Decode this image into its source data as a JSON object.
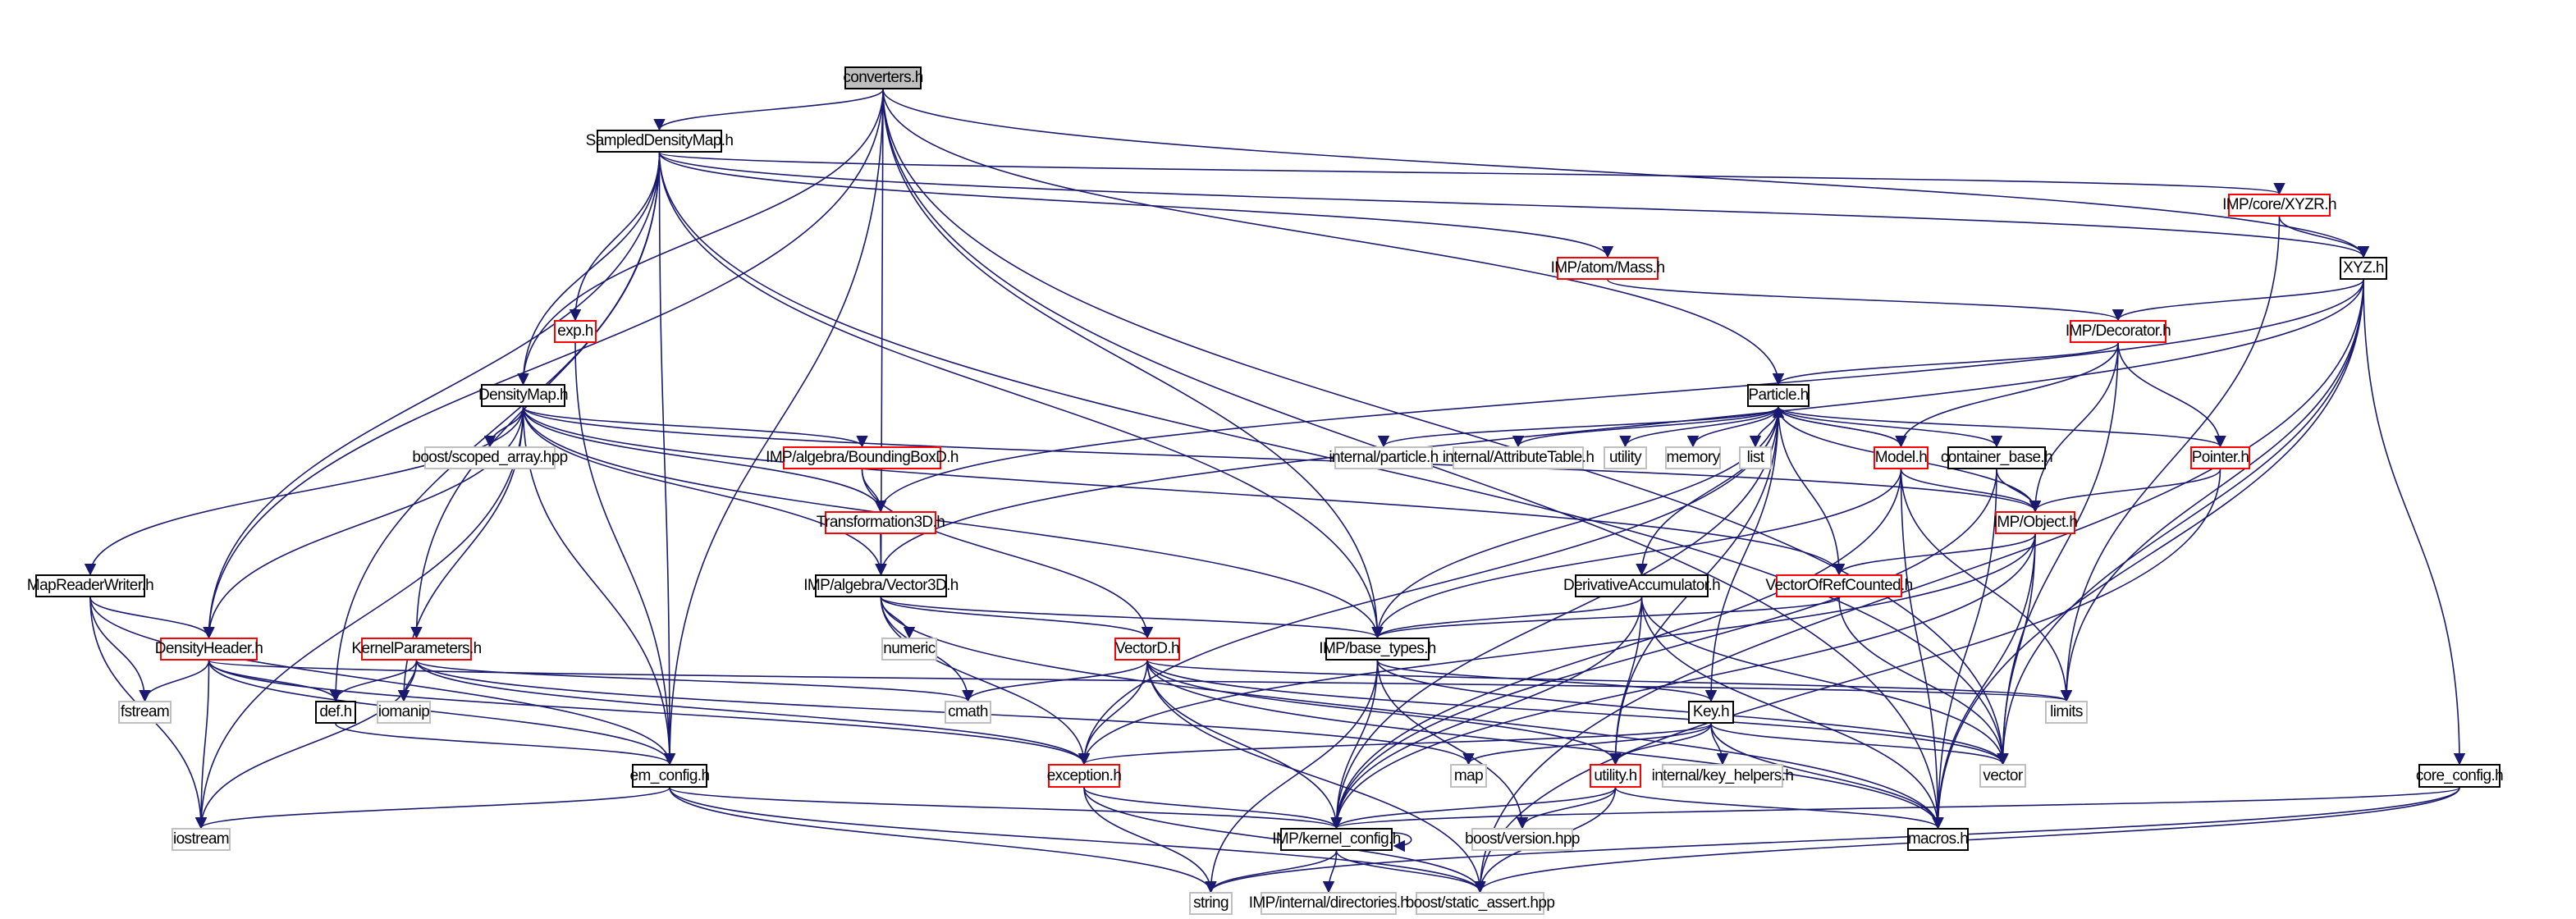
{
  "graph": {
    "title_node": "converters.h",
    "edge_color": "#191970",
    "colors": {
      "current_fill": "#bfbfbf",
      "undocumented_border": "#ff0000",
      "system_border": "#bfbfbf",
      "normal_border": "#000000"
    },
    "nodes": [
      {
        "id": "conv",
        "label": "converters.h",
        "kind": "current"
      },
      {
        "id": "sdm",
        "label": "SampledDensityMap.h",
        "kind": "normal"
      },
      {
        "id": "xyzr",
        "label": "IMP/core/XYZR.h",
        "kind": "red"
      },
      {
        "id": "mass",
        "label": "IMP/atom/Mass.h",
        "kind": "red"
      },
      {
        "id": "xyz",
        "label": "XYZ.h",
        "kind": "normal"
      },
      {
        "id": "exp",
        "label": "exp.h",
        "kind": "red"
      },
      {
        "id": "dec",
        "label": "IMP/Decorator.h",
        "kind": "red"
      },
      {
        "id": "dm",
        "label": "DensityMap.h",
        "kind": "normal"
      },
      {
        "id": "part",
        "label": "Particle.h",
        "kind": "normal"
      },
      {
        "id": "scoped",
        "label": "boost/scoped_array.hpp",
        "kind": "system"
      },
      {
        "id": "bbox",
        "label": "IMP/algebra/BoundingBoxD.h",
        "kind": "red"
      },
      {
        "id": "ipart",
        "label": "internal/particle.h",
        "kind": "system"
      },
      {
        "id": "attr",
        "label": "internal/AttributeTable.h",
        "kind": "system"
      },
      {
        "id": "utility",
        "label": "utility",
        "kind": "system"
      },
      {
        "id": "memory",
        "label": "memory",
        "kind": "system"
      },
      {
        "id": "list",
        "label": "list",
        "kind": "system"
      },
      {
        "id": "model",
        "label": "Model.h",
        "kind": "red"
      },
      {
        "id": "cbase",
        "label": "container_base.h",
        "kind": "normal"
      },
      {
        "id": "pointer",
        "label": "Pointer.h",
        "kind": "red"
      },
      {
        "id": "trans",
        "label": "Transformation3D.h",
        "kind": "red"
      },
      {
        "id": "object",
        "label": "IMP/Object.h",
        "kind": "red"
      },
      {
        "id": "mrw",
        "label": "MapReaderWriter.h",
        "kind": "normal"
      },
      {
        "id": "v3d",
        "label": "IMP/algebra/Vector3D.h",
        "kind": "normal"
      },
      {
        "id": "deriv",
        "label": "DerivativeAccumulator.h",
        "kind": "normal"
      },
      {
        "id": "vorc",
        "label": "VectorOfRefCounted.h",
        "kind": "red"
      },
      {
        "id": "dh",
        "label": "DensityHeader.h",
        "kind": "red"
      },
      {
        "id": "kp",
        "label": "KernelParameters.h",
        "kind": "red"
      },
      {
        "id": "numeric",
        "label": "numeric",
        "kind": "system"
      },
      {
        "id": "vd",
        "label": "VectorD.h",
        "kind": "red"
      },
      {
        "id": "bt",
        "label": "IMP/base_types.h",
        "kind": "normal"
      },
      {
        "id": "limits",
        "label": "limits",
        "kind": "system"
      },
      {
        "id": "fstream",
        "label": "fstream",
        "kind": "system"
      },
      {
        "id": "def",
        "label": "def.h",
        "kind": "normal"
      },
      {
        "id": "iomanip",
        "label": "iomanip",
        "kind": "system"
      },
      {
        "id": "cmath",
        "label": "cmath",
        "kind": "system"
      },
      {
        "id": "key",
        "label": "Key.h",
        "kind": "normal"
      },
      {
        "id": "em",
        "label": "em_config.h",
        "kind": "normal"
      },
      {
        "id": "map",
        "label": "map",
        "kind": "system"
      },
      {
        "id": "exc",
        "label": "exception.h",
        "kind": "red"
      },
      {
        "id": "uth",
        "label": "utility.h",
        "kind": "red"
      },
      {
        "id": "kh",
        "label": "internal/key_helpers.h",
        "kind": "system"
      },
      {
        "id": "vector",
        "label": "vector",
        "kind": "system"
      },
      {
        "id": "cc",
        "label": "core_config.h",
        "kind": "normal"
      },
      {
        "id": "iostream",
        "label": "iostream",
        "kind": "system"
      },
      {
        "id": "kc",
        "label": "IMP/kernel_config.h",
        "kind": "normal"
      },
      {
        "id": "bver",
        "label": "boost/version.hpp",
        "kind": "system"
      },
      {
        "id": "macros",
        "label": "macros.h",
        "kind": "normal"
      },
      {
        "id": "string",
        "label": "string",
        "kind": "system"
      },
      {
        "id": "dirs",
        "label": "IMP/internal/directories.h",
        "kind": "system"
      },
      {
        "id": "sa",
        "label": "boost/static_assert.hpp",
        "kind": "system"
      }
    ],
    "edges": [
      [
        "conv",
        "sdm"
      ],
      [
        "conv",
        "dm"
      ],
      [
        "conv",
        "dh"
      ],
      [
        "conv",
        "em"
      ],
      [
        "conv",
        "v3d"
      ],
      [
        "conv",
        "bt"
      ],
      [
        "conv",
        "part"
      ],
      [
        "conv",
        "xyz"
      ],
      [
        "conv",
        "vector"
      ],
      [
        "conv",
        "macros"
      ],
      [
        "sdm",
        "dh"
      ],
      [
        "sdm",
        "def"
      ],
      [
        "sdm",
        "kp"
      ],
      [
        "sdm",
        "exp"
      ],
      [
        "sdm",
        "dm"
      ],
      [
        "sdm",
        "em"
      ],
      [
        "sdm",
        "bt"
      ],
      [
        "sdm",
        "mass"
      ],
      [
        "sdm",
        "xyzr"
      ],
      [
        "sdm",
        "xyz"
      ],
      [
        "sdm",
        "vector"
      ],
      [
        "dm",
        "mrw"
      ],
      [
        "dm",
        "dh"
      ],
      [
        "dm",
        "iostream"
      ],
      [
        "dm",
        "em"
      ],
      [
        "dm",
        "iomanip"
      ],
      [
        "dm",
        "scoped"
      ],
      [
        "dm",
        "bbox"
      ],
      [
        "dm",
        "trans"
      ],
      [
        "dm",
        "v3d"
      ],
      [
        "dm",
        "object"
      ],
      [
        "dm",
        "vorc"
      ],
      [
        "dm",
        "bt"
      ],
      [
        "exp",
        "em"
      ],
      [
        "xyzr",
        "xyz"
      ],
      [
        "xyzr",
        "limits"
      ],
      [
        "mass",
        "dec"
      ],
      [
        "xyz",
        "dec"
      ],
      [
        "xyz",
        "v3d"
      ],
      [
        "xyz",
        "trans"
      ],
      [
        "xyz",
        "vector"
      ],
      [
        "xyz",
        "limits"
      ],
      [
        "xyz",
        "macros"
      ],
      [
        "xyz",
        "cc"
      ],
      [
        "xyz",
        "sa"
      ],
      [
        "dec",
        "part"
      ],
      [
        "dec",
        "model"
      ],
      [
        "dec",
        "object"
      ],
      [
        "dec",
        "pointer"
      ],
      [
        "dec",
        "vector"
      ],
      [
        "part",
        "ipart"
      ],
      [
        "part",
        "attr"
      ],
      [
        "part",
        "utility"
      ],
      [
        "part",
        "memory"
      ],
      [
        "part",
        "list"
      ],
      [
        "part",
        "model"
      ],
      [
        "part",
        "cbase"
      ],
      [
        "part",
        "pointer"
      ],
      [
        "part",
        "object"
      ],
      [
        "part",
        "deriv"
      ],
      [
        "part",
        "vorc"
      ],
      [
        "part",
        "bt"
      ],
      [
        "part",
        "kc"
      ],
      [
        "part",
        "uth"
      ],
      [
        "part",
        "key"
      ],
      [
        "part",
        "exc"
      ],
      [
        "model",
        "part"
      ],
      [
        "model",
        "object"
      ],
      [
        "model",
        "bt"
      ],
      [
        "model",
        "limits"
      ],
      [
        "model",
        "macros"
      ],
      [
        "model",
        "kc"
      ],
      [
        "cbase",
        "object"
      ],
      [
        "cbase",
        "macros"
      ],
      [
        "cbase",
        "kc"
      ],
      [
        "pointer",
        "object"
      ],
      [
        "pointer",
        "sa"
      ],
      [
        "bbox",
        "trans"
      ],
      [
        "bbox",
        "vd"
      ],
      [
        "trans",
        "v3d"
      ],
      [
        "object",
        "vorc"
      ],
      [
        "object",
        "exc"
      ],
      [
        "object",
        "kc"
      ],
      [
        "object",
        "vector"
      ],
      [
        "object",
        "macros"
      ],
      [
        "mrw",
        "dh"
      ],
      [
        "mrw",
        "fstream"
      ],
      [
        "mrw",
        "iostream"
      ],
      [
        "mrw",
        "em"
      ],
      [
        "v3d",
        "numeric"
      ],
      [
        "v3d",
        "cmath"
      ],
      [
        "v3d",
        "vd"
      ],
      [
        "v3d",
        "bt"
      ],
      [
        "v3d",
        "exc"
      ],
      [
        "v3d",
        "macros"
      ],
      [
        "deriv",
        "bt"
      ],
      [
        "deriv",
        "uth"
      ],
      [
        "deriv",
        "kc"
      ],
      [
        "deriv",
        "macros"
      ],
      [
        "deriv",
        "vector"
      ],
      [
        "vorc",
        "bt"
      ],
      [
        "vorc",
        "vector"
      ],
      [
        "dh",
        "fstream"
      ],
      [
        "dh",
        "def"
      ],
      [
        "dh",
        "iostream"
      ],
      [
        "dh",
        "em"
      ],
      [
        "dh",
        "limits"
      ],
      [
        "dh",
        "exc"
      ],
      [
        "kp",
        "def"
      ],
      [
        "kp",
        "iomanip"
      ],
      [
        "kp",
        "iostream"
      ],
      [
        "kp",
        "cmath"
      ],
      [
        "kp",
        "exc"
      ],
      [
        "kp",
        "map"
      ],
      [
        "vd",
        "cmath"
      ],
      [
        "vd",
        "exc"
      ],
      [
        "vd",
        "uth"
      ],
      [
        "vd",
        "kc"
      ],
      [
        "vd",
        "sa"
      ],
      [
        "vd",
        "macros"
      ],
      [
        "vd",
        "limits"
      ],
      [
        "vd",
        "vector"
      ],
      [
        "bt",
        "key"
      ],
      [
        "bt",
        "string"
      ],
      [
        "bt",
        "kc"
      ],
      [
        "bt",
        "bver"
      ],
      [
        "bt",
        "vector"
      ],
      [
        "def",
        "em"
      ],
      [
        "key",
        "exc"
      ],
      [
        "key",
        "map"
      ],
      [
        "key",
        "vector"
      ],
      [
        "key",
        "kh"
      ],
      [
        "key",
        "macros"
      ],
      [
        "key",
        "uth"
      ],
      [
        "em",
        "iostream"
      ],
      [
        "em",
        "kc"
      ],
      [
        "em",
        "string"
      ],
      [
        "em",
        "sa"
      ],
      [
        "exc",
        "kc"
      ],
      [
        "exc",
        "string"
      ],
      [
        "exc",
        "sa"
      ],
      [
        "uth",
        "kc"
      ],
      [
        "uth",
        "bver"
      ],
      [
        "uth",
        "sa"
      ],
      [
        "uth",
        "macros"
      ],
      [
        "kc",
        "string"
      ],
      [
        "kc",
        "dirs"
      ],
      [
        "kc",
        "sa"
      ],
      [
        "kc",
        "kc"
      ],
      [
        "cc",
        "kc"
      ],
      [
        "cc",
        "sa"
      ],
      [
        "cc",
        "string"
      ]
    ]
  }
}
